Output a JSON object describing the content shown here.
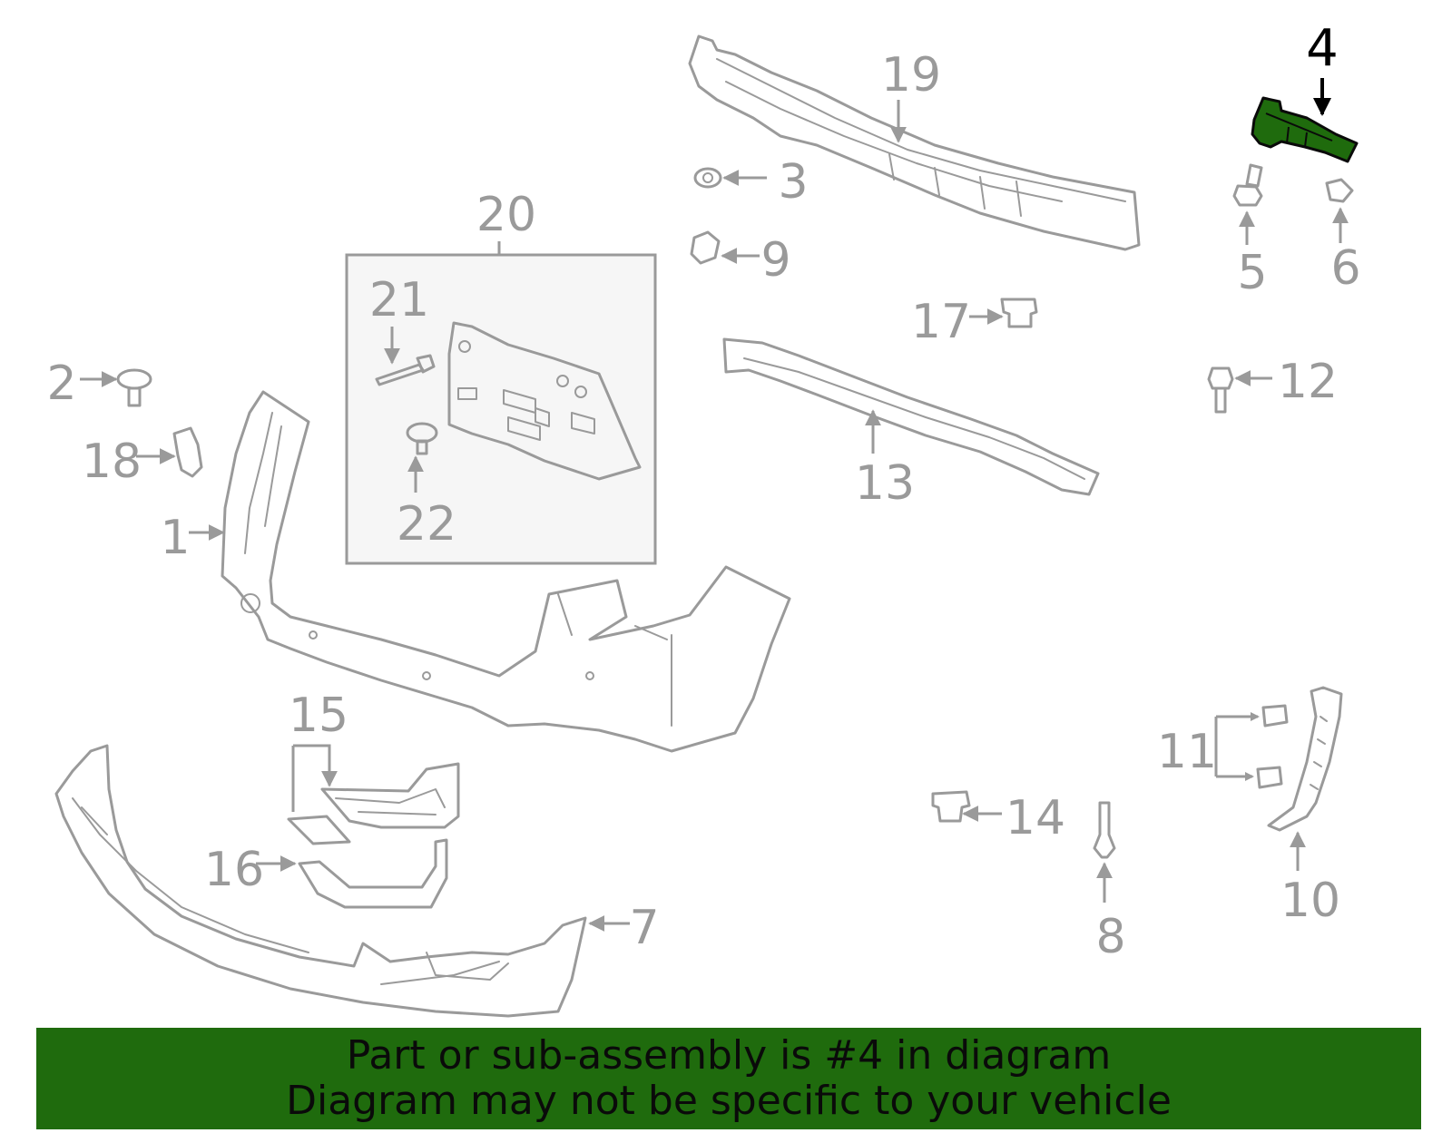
{
  "diagram": {
    "highlight_color": "#1f6b0d",
    "callouts": {
      "c1": "1",
      "c2": "2",
      "c3": "3",
      "c4": "4",
      "c5": "5",
      "c6": "6",
      "c7": "7",
      "c8": "8",
      "c9": "9",
      "c10": "10",
      "c11": "11",
      "c12": "12",
      "c13": "13",
      "c14": "14",
      "c15": "15",
      "c16": "16",
      "c17": "17",
      "c18": "18",
      "c19": "19",
      "c20": "20",
      "c21": "21",
      "c22": "22"
    }
  },
  "banner": {
    "line1": "Part or sub-assembly is #4 in diagram",
    "line2": "Diagram may not be specific to your vehicle"
  }
}
